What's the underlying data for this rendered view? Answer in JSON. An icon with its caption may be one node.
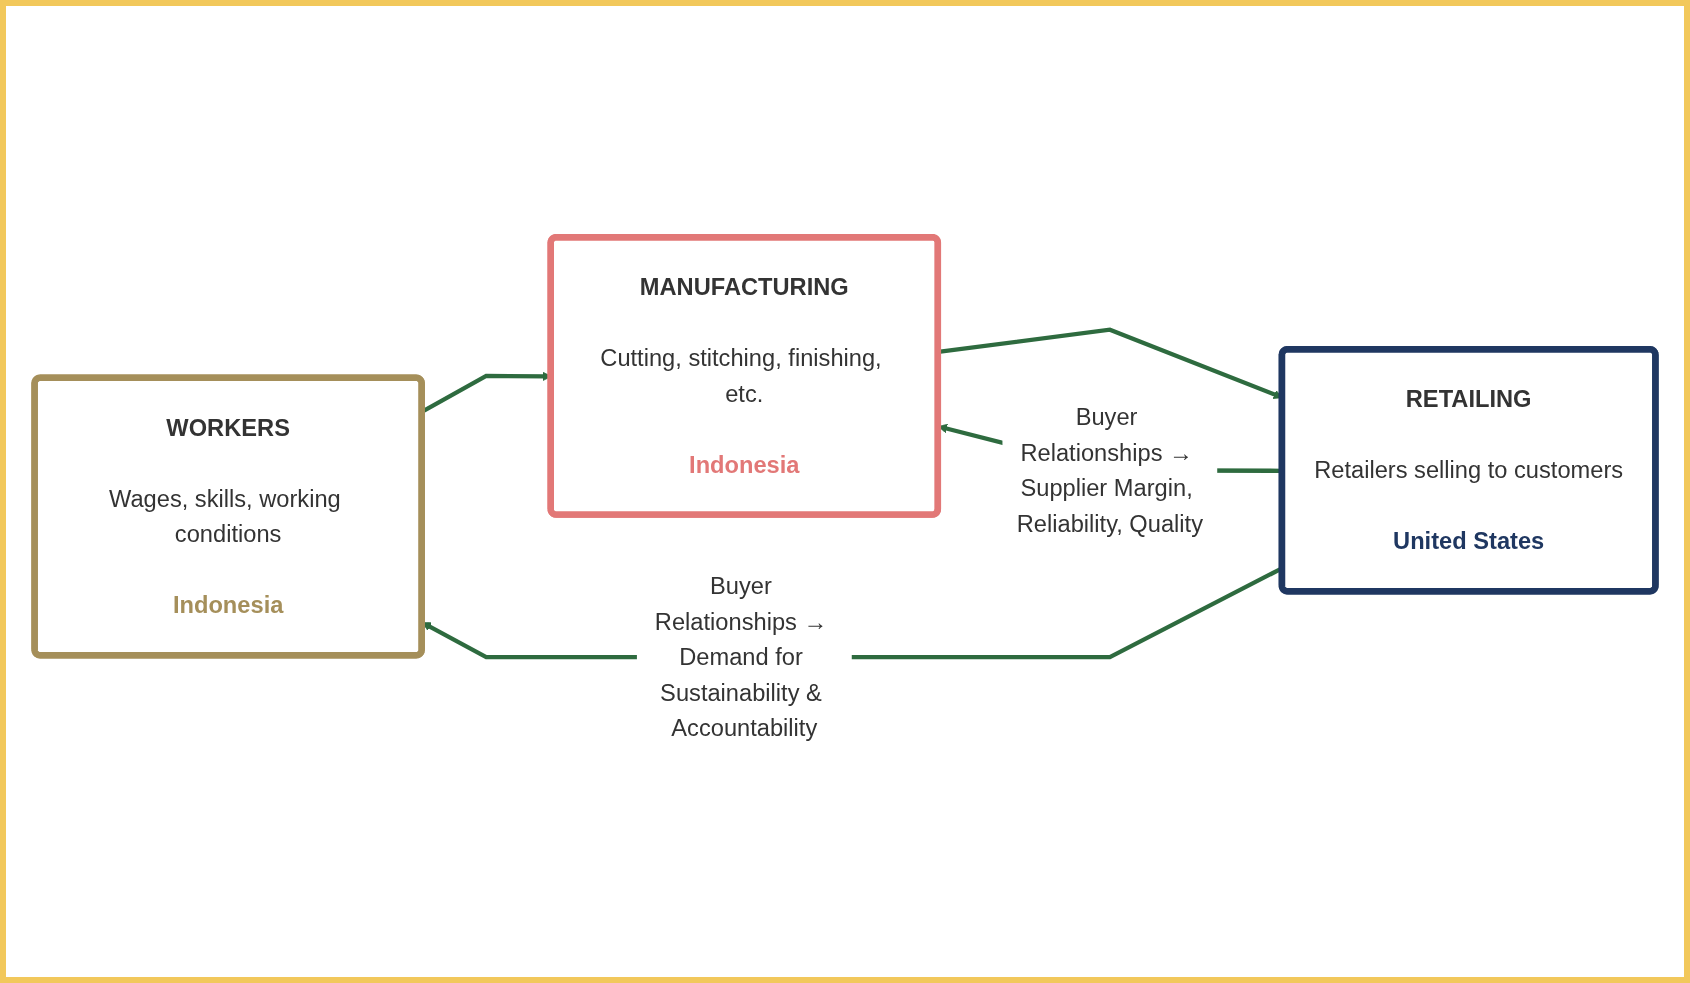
{
  "diagram": {
    "nodes": [
      {
        "text": [
          "WORKERS",
          "Wages, skills, working conditions",
          "Indonesia"
        ]
      },
      {
        "text": [
          "MANUFACTURING",
          "Cutting, stitching, finishing, etc.",
          "Indonesia"
        ]
      },
      {
        "text": [
          "RETAILING",
          "Retailers selling to customers",
          "United States"
        ]
      }
    ],
    "edges": [
      {
        "from": 0,
        "to": 1,
        "arrow": "to"
      },
      {
        "from": 1,
        "to": 2,
        "arrow": "to"
      },
      {
        "from": 2,
        "to": 1,
        "arrow": "to",
        "label": "Buyer Relationships → Supplier Margin, Reliability, Quality"
      },
      {
        "from": 2,
        "to": 0,
        "arrow": "to",
        "label": "Buyer Relationships → Demand for Sustainability & Accountability"
      }
    ]
  }
}
